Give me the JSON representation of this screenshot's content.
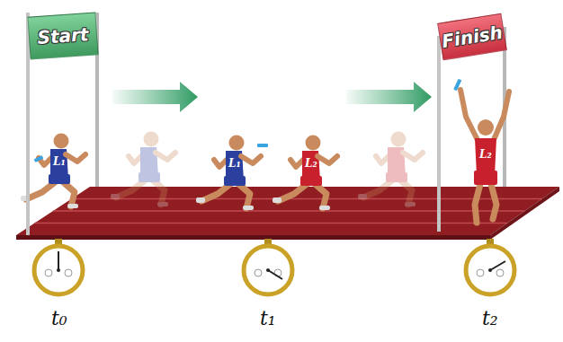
{
  "diagram": {
    "nodes": [
      {
        "text": [
          "Start"
        ]
      },
      {
        "text": [
          "Finish"
        ]
      }
    ],
    "labels": [
      "L₁",
      "L₁",
      "L₂",
      "L₂",
      "t₀",
      "t₁",
      "t₂"
    ]
  }
}
